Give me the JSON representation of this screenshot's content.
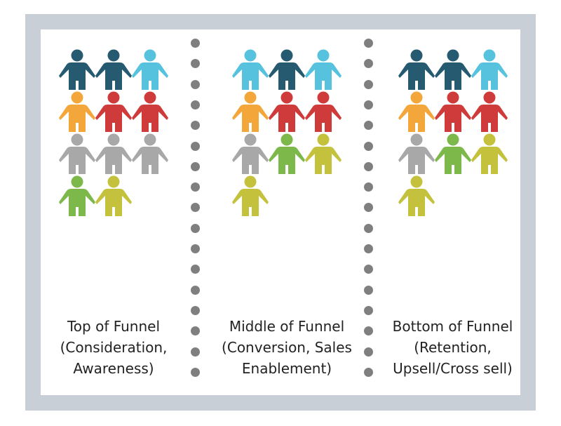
{
  "colors": {
    "frame": "#c8cfd7",
    "panel": "#ffffff",
    "divider_dot": "#7f7f7f",
    "text": "#222222",
    "navy": "#255a71",
    "cyan": "#56c2dd",
    "orange": "#f3a63a",
    "red": "#cf3a3a",
    "gray": "#a8a8a8",
    "green": "#7cb94a",
    "olive": "#c4c13d"
  },
  "columns": [
    {
      "caption": [
        "Top of Funnel",
        "(Consideration,",
        "Awareness)"
      ],
      "rows": [
        [
          "navy",
          "navy",
          "cyan"
        ],
        [
          "orange",
          "red",
          "red"
        ],
        [
          "gray",
          "gray",
          "gray"
        ],
        [
          "green",
          "olive"
        ]
      ]
    },
    {
      "caption": [
        "Middle of Funnel",
        "(Conversion, Sales",
        "Enablement)"
      ],
      "rows": [
        [
          "cyan",
          "navy",
          "cyan"
        ],
        [
          "orange",
          "red",
          "red"
        ],
        [
          "gray",
          "green",
          "olive"
        ],
        [
          "olive"
        ]
      ]
    },
    {
      "caption": [
        "Bottom of Funnel",
        "(Retention,",
        "Upsell/Cross sell)"
      ],
      "rows": [
        [
          "navy",
          "navy",
          "cyan"
        ],
        [
          "orange",
          "red",
          "red"
        ],
        [
          "gray",
          "green",
          "olive"
        ],
        [
          "olive"
        ]
      ]
    }
  ]
}
